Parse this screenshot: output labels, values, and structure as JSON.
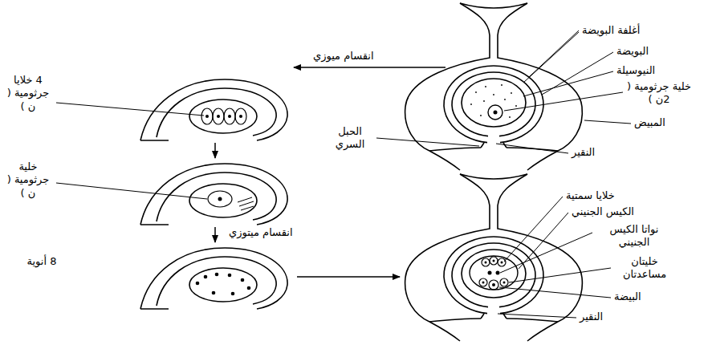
{
  "diagram": {
    "labels": [
      "أغلفة البويضة",
      "البويضة",
      "النيوسيلة",
      "خلية جرثومية ( 2ن )",
      "المبيض",
      "النقير",
      "الحبل السري",
      "انقسام ميوزي",
      "4 خلايا جرثومية ( ن )",
      "خلية جرثومية ( ن )",
      "انقسام ميتوزي",
      "8 أنوية",
      "خلايا سمتية",
      "الكيس الجنيني",
      "نواتا الكيس الجنيني",
      "خليتان مساعدتان",
      "البيضة",
      "النقير"
    ]
  }
}
